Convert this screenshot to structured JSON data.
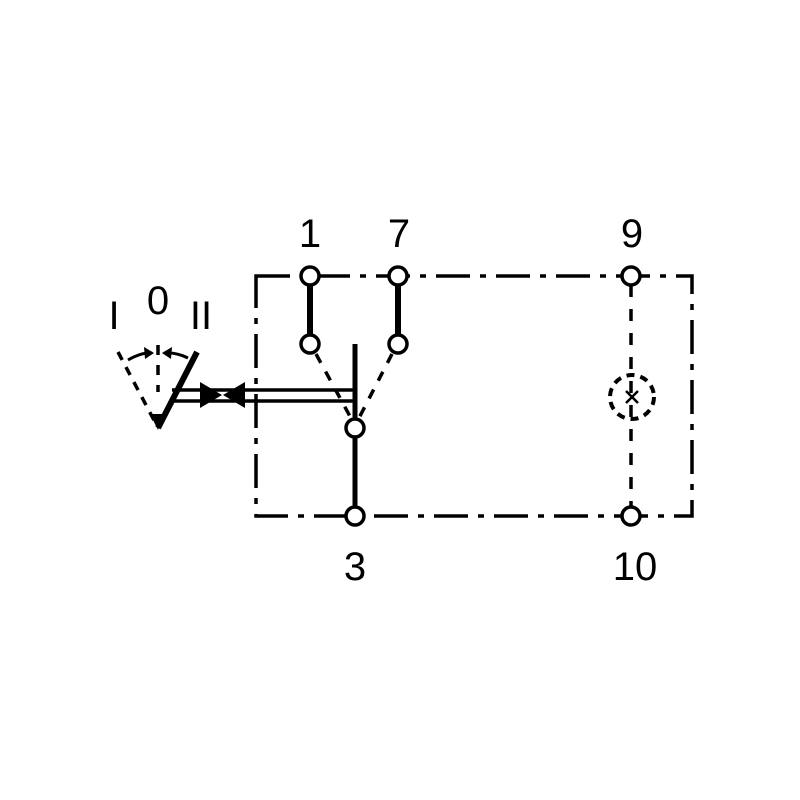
{
  "terminals": {
    "t1": "1",
    "t7": "7",
    "t9": "9",
    "t3": "3",
    "t10": "10"
  },
  "positions": {
    "p1": "I",
    "p0": "0",
    "p2": "II"
  },
  "colors": {
    "line": "#000000",
    "background": "#ffffff"
  }
}
